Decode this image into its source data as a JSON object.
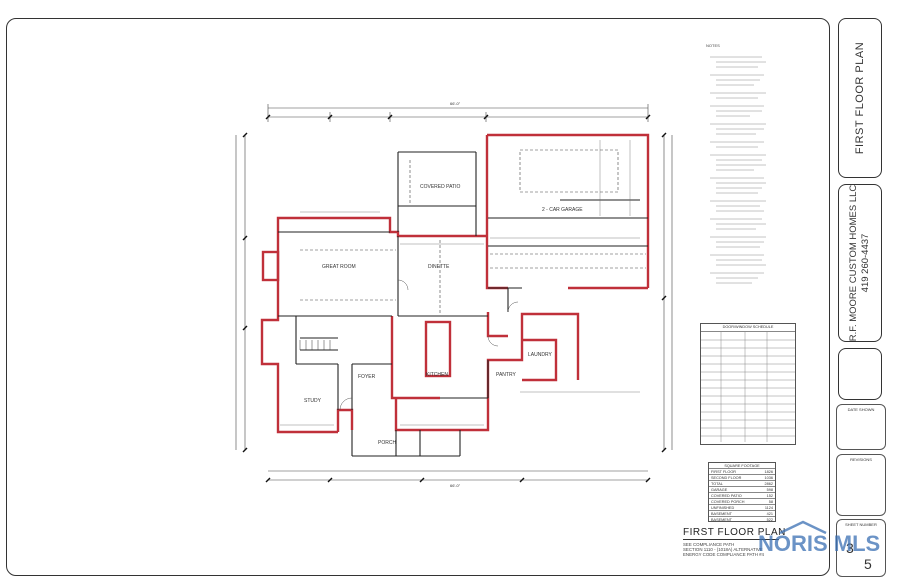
{
  "title_block": {
    "sheet_title": "FIRST FLOOR PLAN",
    "company": "R.F. MOORE CUSTOM HOMES LLC",
    "phone": "419 260-4437",
    "sheet_number_a": "3",
    "sheet_number_b": "5"
  },
  "watermark": {
    "text": "NORIS MLS"
  },
  "plan_caption": {
    "title": "FIRST FLOOR PLAN",
    "line1": "SEE COMPLIANCE PATH",
    "line2": "SECTION 1110 - (1018A) ALTERNATIVE",
    "line3": "ENERGY CODE COMPLIANCE PATH #4"
  },
  "rooms": {
    "garage": "2 - CAR GARAGE",
    "covered_patio": "COVERED PATIO",
    "great_room": "GREAT ROOM",
    "dinette": "DINETTE",
    "kitchen": "KITCHEN",
    "foyer": "FOYER",
    "study": "STUDY",
    "pantry": "PANTRY",
    "laundry": "LAUNDRY",
    "porch": "PORCH"
  },
  "dimensions": {
    "overall_top": "66'-0\"",
    "overall_bottom": "66'-0\""
  },
  "notes": {
    "heading": "NOTES"
  },
  "door_schedule": {
    "title": "DOOR/WINDOW SCHEDULE"
  },
  "area_table": {
    "title": "SQUARE FOOTAGE",
    "rows": [
      {
        "label": "FIRST FLOOR",
        "value": "1826"
      },
      {
        "label": "SECOND FLOOR",
        "value": "1036"
      },
      {
        "label": "TOTAL",
        "value": "2862"
      },
      {
        "label": "GARAGE",
        "value": "598"
      },
      {
        "label": "COVERED PATIO",
        "value": "152"
      },
      {
        "label": "COVERED PORCH",
        "value": "58"
      },
      {
        "label": "UNFINISHED",
        "value": "1124"
      },
      {
        "label": "BASEMENT",
        "value": "421"
      },
      {
        "label": "BASEMENT",
        "value": "522"
      }
    ]
  },
  "side_labels": {
    "box1": "DATE SHOWN",
    "box2": "REVISIONS",
    "box3": "SHEET NUMBER"
  }
}
